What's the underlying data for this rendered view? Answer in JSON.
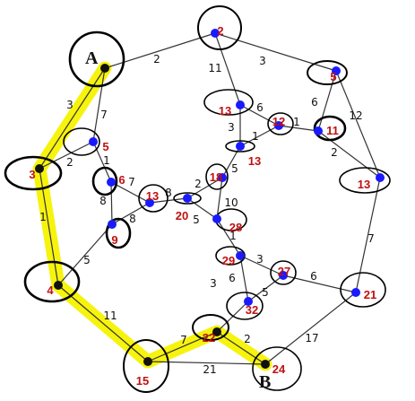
{
  "terminals": {
    "start": "A",
    "end": "B"
  },
  "colors": {
    "highlight": "#f6f200",
    "node_blue": "#1a1aff",
    "node_black": "#111111",
    "label": "#c01010"
  },
  "nodes": {
    "a": {
      "label": ""
    },
    "b2": {
      "label": "2"
    },
    "b5": {
      "label": "5"
    },
    "c5": {
      "label": "5"
    },
    "d3": {
      "label": "3"
    },
    "e6": {
      "label": "6"
    },
    "f9": {
      "label": "9"
    },
    "g13": {
      "label": "13"
    },
    "h20": {
      "label": "20"
    },
    "i4": {
      "label": "4"
    },
    "j13": {
      "label": "13"
    },
    "k12": {
      "label": "12"
    },
    "l11": {
      "label": "11"
    },
    "m13": {
      "label": "13"
    },
    "n18": {
      "label": "18"
    },
    "o13": {
      "label": "13"
    },
    "p28": {
      "label": "28"
    },
    "q29": {
      "label": "29"
    },
    "r27": {
      "label": "27"
    },
    "s32": {
      "label": "32"
    },
    "t21": {
      "label": "21"
    },
    "u22": {
      "label": "22"
    },
    "v15": {
      "label": "15"
    },
    "w24": {
      "label": "24"
    }
  },
  "edges": [
    {
      "from": "a",
      "to": "b2",
      "w": "2"
    },
    {
      "from": "a",
      "to": "d3",
      "w": "3"
    },
    {
      "from": "a",
      "to": "c5",
      "w": "7"
    },
    {
      "from": "b2",
      "to": "b5",
      "w": "3"
    },
    {
      "from": "b2",
      "to": "j13",
      "w": "11"
    },
    {
      "from": "b5",
      "to": "l11",
      "w": "6"
    },
    {
      "from": "b5",
      "to": "o13",
      "w": "12"
    },
    {
      "from": "c5",
      "to": "d3",
      "w": "2"
    },
    {
      "from": "c5",
      "to": "e6",
      "w": "1"
    },
    {
      "from": "d3",
      "to": "i4",
      "w": "1"
    },
    {
      "from": "e6",
      "to": "f9",
      "w": "8"
    },
    {
      "from": "e6",
      "to": "g13",
      "w": "7"
    },
    {
      "from": "f9",
      "to": "g13",
      "w": "8"
    },
    {
      "from": "f9",
      "to": "i4",
      "w": "5"
    },
    {
      "from": "g13",
      "to": "h20",
      "w": "8"
    },
    {
      "from": "h20",
      "to": "n18",
      "w": "2"
    },
    {
      "from": "h20",
      "to": "p28",
      "w": "5"
    },
    {
      "from": "i4",
      "to": "v15",
      "w": "11"
    },
    {
      "from": "j13",
      "to": "k12",
      "w": "6"
    },
    {
      "from": "j13",
      "to": "m13",
      "w": "3"
    },
    {
      "from": "k12",
      "to": "l11",
      "w": "1"
    },
    {
      "from": "k12",
      "to": "m13",
      "w": "1"
    },
    {
      "from": "l11",
      "to": "o13",
      "w": "2"
    },
    {
      "from": "m13",
      "to": "n18",
      "w": "5"
    },
    {
      "from": "n18",
      "to": "p28",
      "w": "10"
    },
    {
      "from": "o13",
      "to": "t21",
      "w": "7"
    },
    {
      "from": "p28",
      "to": "q29",
      "w": "1"
    },
    {
      "from": "q29",
      "to": "r27",
      "w": "3"
    },
    {
      "from": "q29",
      "to": "s32",
      "w": "6"
    },
    {
      "from": "r27",
      "to": "s32",
      "w": "5"
    },
    {
      "from": "r27",
      "to": "t21",
      "w": "6"
    },
    {
      "from": "s32",
      "to": "u22",
      "w": "3"
    },
    {
      "from": "t21",
      "to": "w24",
      "w": "17"
    },
    {
      "from": "u22",
      "to": "v15",
      "w": "7"
    },
    {
      "from": "u22",
      "to": "w24",
      "w": "2"
    },
    {
      "from": "v15",
      "to": "w24",
      "w": "21"
    }
  ],
  "highlighted_path": [
    "a",
    "d3",
    "i4",
    "v15",
    "u22",
    "w24"
  ]
}
